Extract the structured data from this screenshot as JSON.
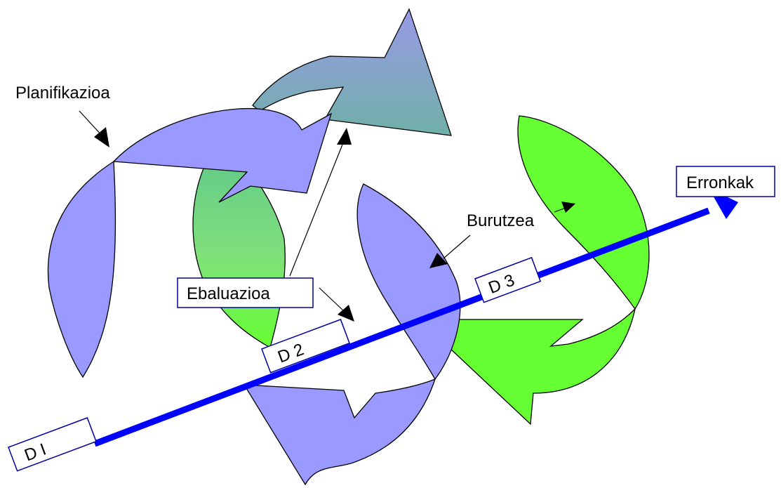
{
  "labels": {
    "planning": "Planifikazioa",
    "execution": "Burutzea",
    "evaluation": "Ebaluazioa",
    "challenges": "Erronkak",
    "d1": "D I",
    "d2": "D 2",
    "d3": "D 3"
  },
  "colors": {
    "purple": "#9999ff",
    "green": "#66ff33",
    "teal_top": "#9a9ae6",
    "teal_bottom": "#6fb0a8",
    "green_grad_top": "#66ff33",
    "green_grad_bottom": "#9999ff",
    "main_arrow": "#0000ff",
    "box_border": "#0000a0"
  }
}
